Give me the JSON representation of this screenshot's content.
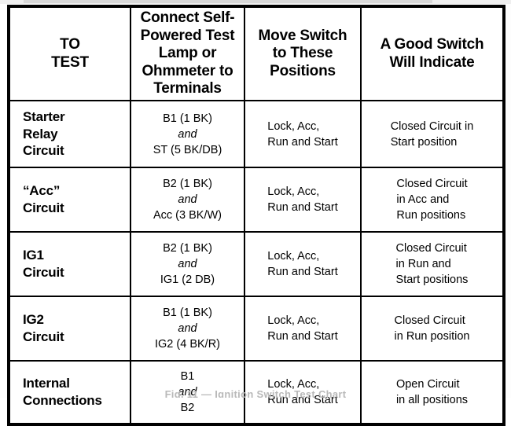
{
  "document": {
    "kind": "service-manual-test-chart",
    "caption_partial": "Fig. 11 — Ignition Switch Test Chart"
  },
  "table": {
    "headers": [
      "TO TEST",
      "Connect Self-Powered Test Lamp or Ohmmeter to Terminals",
      "Move Switch to These Positions",
      "A Good Switch Will Indicate"
    ],
    "header_lines": {
      "col1": [
        "TO",
        "TEST"
      ],
      "col2": [
        "Connect Self-",
        "Powered Test",
        "Lamp or",
        "Ohmmeter to",
        "Terminals"
      ],
      "col3": [
        "Move Switch",
        "to These",
        "Positions"
      ],
      "col4": [
        "A Good Switch",
        "Will Indicate"
      ]
    },
    "rows": [
      {
        "test": [
          "Starter",
          "Relay",
          "Circuit"
        ],
        "terminal_first": "B1 (1 BK)",
        "terminal_and": "and",
        "terminal_second": "ST (5 BK/DB)",
        "positions": [
          "Lock, Acc,",
          "Run and Start"
        ],
        "indicate": [
          "Closed Circuit in",
          "Start position"
        ]
      },
      {
        "test": [
          "“Acc”",
          "Circuit"
        ],
        "terminal_first": "B2 (1 BK)",
        "terminal_and": "and",
        "terminal_second": "Acc (3 BK/W)",
        "positions": [
          "Lock, Acc,",
          "Run and Start"
        ],
        "indicate": [
          "Closed Circuit",
          "in Acc and",
          "Run positions"
        ]
      },
      {
        "test": [
          "IG1",
          "Circuit"
        ],
        "terminal_first": "B2 (1 BK)",
        "terminal_and": "and",
        "terminal_second": "IG1 (2 DB)",
        "positions": [
          "Lock, Acc,",
          "Run and Start"
        ],
        "indicate": [
          "Closed Circuit",
          "in Run and",
          "Start positions"
        ]
      },
      {
        "test": [
          "IG2",
          "Circuit"
        ],
        "terminal_first": "B1 (1 BK)",
        "terminal_and": "and",
        "terminal_second": "IG2 (4 BK/R)",
        "positions": [
          "Lock, Acc,",
          "Run and Start"
        ],
        "indicate": [
          "Closed Circuit",
          "in Run position"
        ]
      },
      {
        "test": [
          "Internal",
          "Connections"
        ],
        "terminal_first": "B1",
        "terminal_and": "and",
        "terminal_second": "B2",
        "positions": [
          "Lock, Acc,",
          "Run and Start"
        ],
        "indicate": [
          "Open Circuit",
          "in all positions"
        ]
      }
    ]
  },
  "colors": {
    "ink": "#000000",
    "paper": "#ffffff",
    "faded_ink": "#b9b9b9"
  }
}
